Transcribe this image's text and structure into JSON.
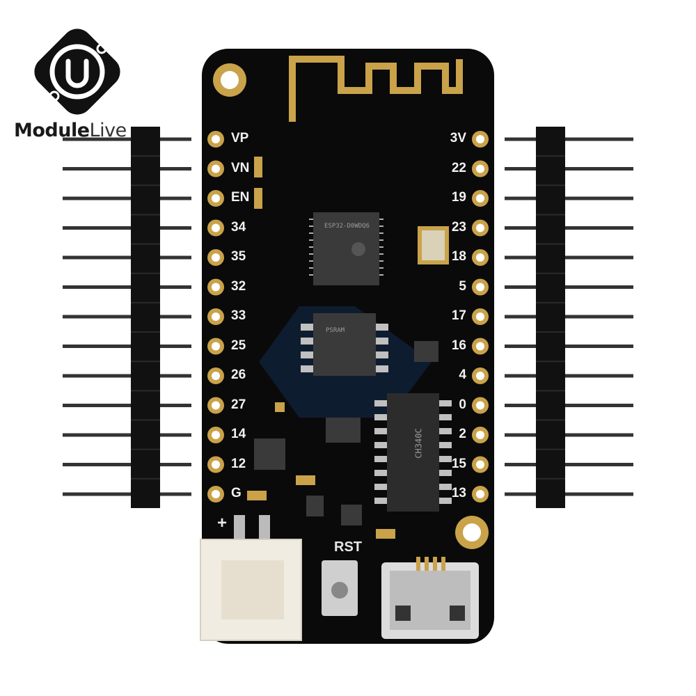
{
  "brand": {
    "name_bold": "Module",
    "name_light": "Live"
  },
  "board": {
    "left_pins": [
      "VP",
      "VN",
      "EN",
      "34",
      "35",
      "32",
      "33",
      "25",
      "26",
      "27",
      "14",
      "12",
      "G"
    ],
    "right_pins": [
      "3V",
      "22",
      "19",
      "23",
      "18",
      "5",
      "17",
      "16",
      "4",
      "0",
      "2",
      "15",
      "13"
    ],
    "rst_label": "RST",
    "plus_label": "+",
    "chip_main": "ESP32-D0WDQ6",
    "chip_flash": "PSRAM",
    "chip_usb": "CH340C",
    "colors": {
      "pcb": "#0a0a0a",
      "gold": "#c9a24a",
      "header": "#111111",
      "connector": "#f1ece2"
    }
  }
}
